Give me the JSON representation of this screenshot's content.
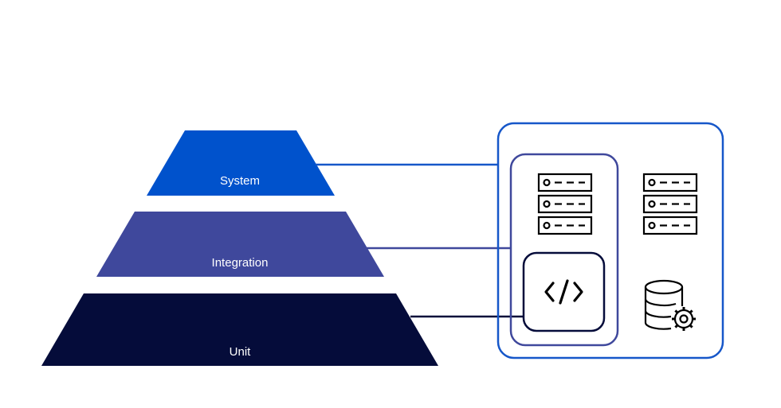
{
  "pyramid": {
    "levels": [
      {
        "label": "System",
        "color": "#0052CC"
      },
      {
        "label": "Integration",
        "color": "#3F489C"
      },
      {
        "label": "Unit",
        "color": "#050C3A"
      }
    ]
  },
  "system_boundary": {
    "border_color": "#1657C9"
  },
  "integration_group": {
    "border_color": "#3F489C"
  },
  "icons": {
    "server_left": "server-stack-icon",
    "server_right": "server-stack-icon",
    "code": "code-icon",
    "database": "database-settings-icon",
    "code_symbol": "</>"
  }
}
